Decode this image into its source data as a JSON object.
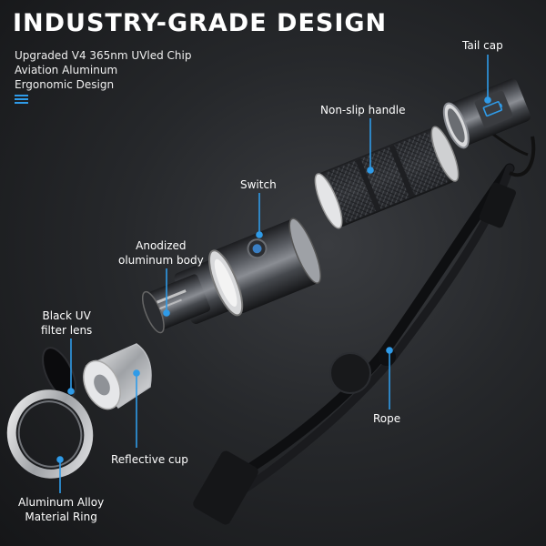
{
  "header": {
    "title": "INDUSTRY-GRADE DESIGN",
    "specs": [
      "Upgraded V4 365nm UVled Chip",
      "Aviation Aluminum",
      "Ergonomic Design"
    ]
  },
  "callouts": {
    "tail_cap": "Tail cap",
    "handle": "Non-slip handle",
    "switch": "Switch",
    "body": [
      "Anodized",
      "oluminum body"
    ],
    "lens": [
      "Black UV",
      "filter lens"
    ],
    "rope": "Rope",
    "cup": "Reflective cup",
    "ring": [
      "Aluminum Alloy",
      "Material Ring"
    ]
  },
  "colors": {
    "accent": "#2f9be8",
    "background": "#222326",
    "text": "#ffffff"
  },
  "icons": [
    "menu-icon",
    "battery-icon"
  ]
}
